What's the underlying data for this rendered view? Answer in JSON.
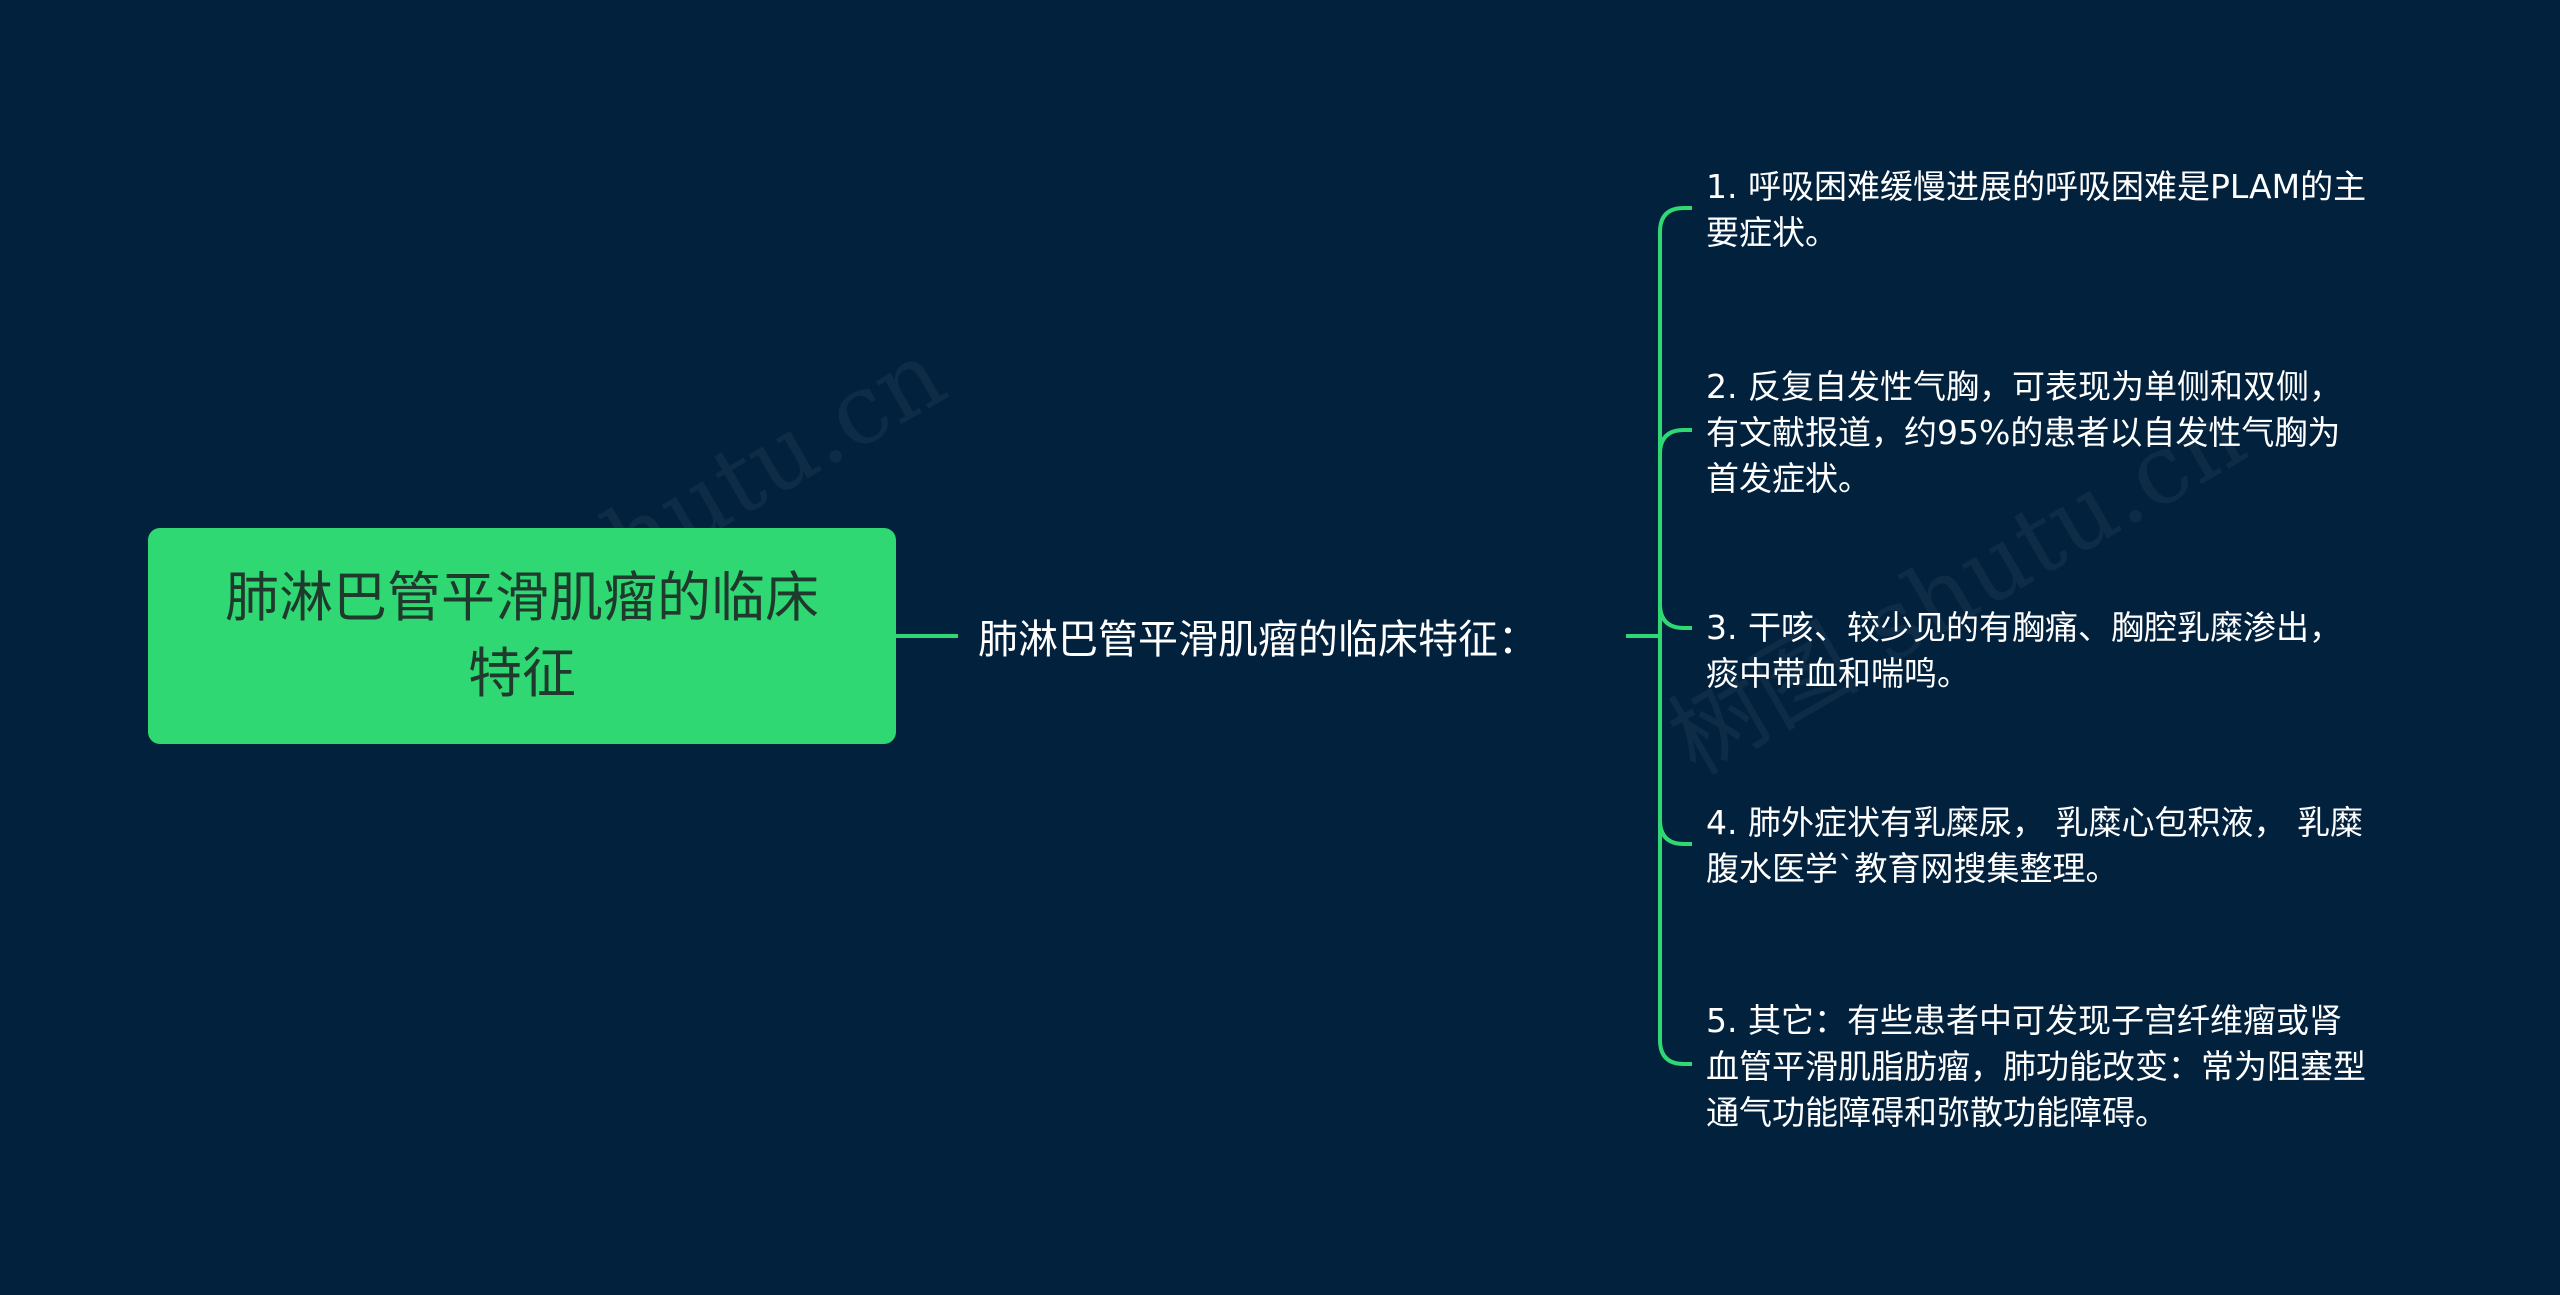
{
  "root": {
    "line1": "肺淋巴管平滑肌瘤的临床",
    "line2": "特征"
  },
  "branch": {
    "label": "肺淋巴管平滑肌瘤的临床特征："
  },
  "leaves": [
    {
      "lines": [
        "1. 呼吸困难缓慢进展的呼吸困难是PLAM的主",
        "要症状。"
      ]
    },
    {
      "lines": [
        "2. 反复自发性气胸，可表现为单侧和双侧，",
        "有文献报道，约95%的患者以自发性气胸为",
        "首发症状。"
      ]
    },
    {
      "lines": [
        "3. 干咳、较少见的有胸痛、胸腔乳糜渗出，",
        "痰中带血和喘鸣。"
      ]
    },
    {
      "lines": [
        "4. 肺外症状有乳糜尿， 乳糜心包积液， 乳糜",
        "腹水医学`教育网搜集整理。"
      ]
    },
    {
      "lines": [
        "5. 其它：有些患者中可发现子宫纤维瘤或肾",
        "血管平滑肌脂肪瘤，肺功能改变：常为阻塞型",
        "通气功能障碍和弥散功能障碍。"
      ]
    }
  ],
  "watermark": {
    "text1": "树图 shutu.cn",
    "text2": "树图 shutu.cn"
  },
  "colors": {
    "background": "#02213d",
    "root_fill": "#2fd873",
    "root_text": "#1f3a2c",
    "connector": "#2fd873",
    "text": "#ffffff"
  }
}
